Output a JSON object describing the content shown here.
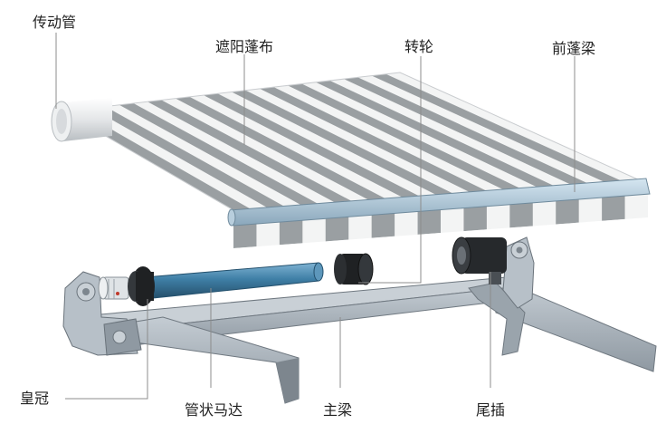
{
  "labels": {
    "drive_tube": "传动管",
    "awning_fabric": "遮阳蓬布",
    "rotor": "转轮",
    "front_beam": "前蓬梁",
    "crown": "皇冠",
    "tubular_motor": "管状马达",
    "main_beam": "主梁",
    "end_plug": "尾插"
  },
  "colors": {
    "stripe_dark": "#9a9fa2",
    "stripe_light": "#f3f4f4",
    "frame": "#a7b0b8",
    "frame_shadow": "#7d868e",
    "motor_blue": "#3f7fa6",
    "black_part": "#1f2123",
    "leader_line": "#8c8c8c"
  }
}
